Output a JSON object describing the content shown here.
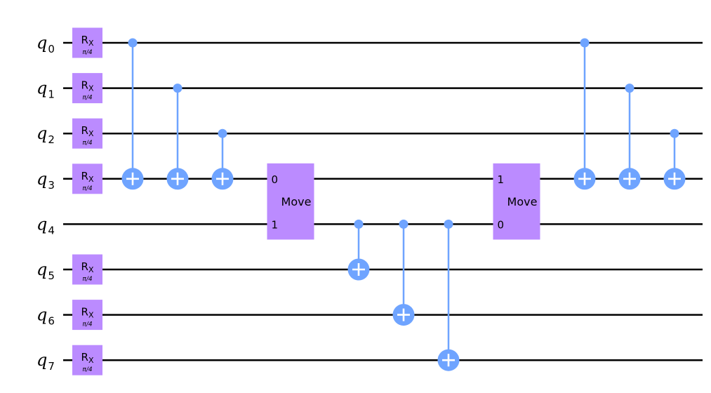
{
  "colors": {
    "rx_gate": "#bb8bff",
    "move_gate": "#bb8bff",
    "cnot": "#6fa4ff",
    "wire": "#000000",
    "background": "#ffffff"
  },
  "qubits": [
    {
      "label": "q",
      "index": "0"
    },
    {
      "label": "q",
      "index": "1"
    },
    {
      "label": "q",
      "index": "2"
    },
    {
      "label": "q",
      "index": "3"
    },
    {
      "label": "q",
      "index": "4"
    },
    {
      "label": "q",
      "index": "5"
    },
    {
      "label": "q",
      "index": "6"
    },
    {
      "label": "q",
      "index": "7"
    }
  ],
  "rx_gates": [
    {
      "qubit": 0,
      "name": "R",
      "sub": "X",
      "param": "π/4"
    },
    {
      "qubit": 1,
      "name": "R",
      "sub": "X",
      "param": "π/4"
    },
    {
      "qubit": 2,
      "name": "R",
      "sub": "X",
      "param": "π/4"
    },
    {
      "qubit": 3,
      "name": "R",
      "sub": "X",
      "param": "π/4"
    },
    {
      "qubit": 5,
      "name": "R",
      "sub": "X",
      "param": "π/4"
    },
    {
      "qubit": 6,
      "name": "R",
      "sub": "X",
      "param": "π/4"
    },
    {
      "qubit": 7,
      "name": "R",
      "sub": "X",
      "param": "π/4"
    }
  ],
  "cnots": [
    {
      "step": 1,
      "control": 0,
      "target": 3
    },
    {
      "step": 2,
      "control": 1,
      "target": 3
    },
    {
      "step": 3,
      "control": 2,
      "target": 3
    },
    {
      "step": 5,
      "control": 4,
      "target": 5
    },
    {
      "step": 6,
      "control": 4,
      "target": 6
    },
    {
      "step": 7,
      "control": 4,
      "target": 7
    },
    {
      "step": 9,
      "control": 0,
      "target": 3
    },
    {
      "step": 10,
      "control": 1,
      "target": 3
    },
    {
      "step": 11,
      "control": 2,
      "target": 3
    }
  ],
  "move_gates": [
    {
      "step": 4,
      "label": "Move",
      "qubits": [
        3,
        4
      ],
      "ports": [
        "0",
        "1"
      ]
    },
    {
      "step": 8,
      "label": "Move",
      "qubits": [
        3,
        4
      ],
      "ports": [
        "1",
        "0"
      ]
    }
  ]
}
